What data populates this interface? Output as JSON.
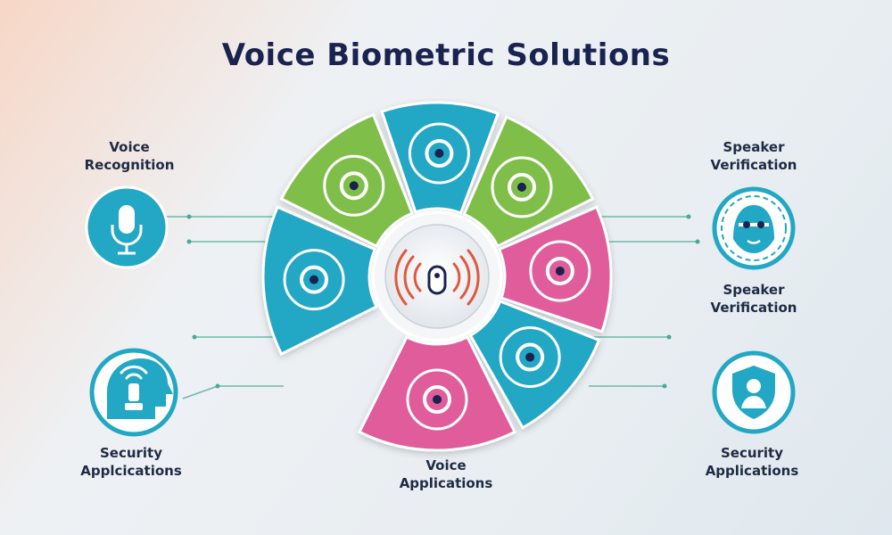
{
  "title": "Voice Biometric Solutions",
  "labels": {
    "top_left": {
      "line1": "Voice",
      "line2": "Recognition"
    },
    "top_right": {
      "line1": "Speaker",
      "line2": "Verification"
    },
    "mid_right": {
      "line1": "Speaker",
      "line2": "Verification"
    },
    "bottom_left": {
      "line1": "Security",
      "line2": "Applcications"
    },
    "bottom_right": {
      "line1": "Security",
      "line2": "Applications"
    },
    "bottom_center": {
      "line1": "Voice",
      "line2": "Applications"
    }
  },
  "colors": {
    "teal": "#22a7c4",
    "green": "#7fbf4a",
    "pink": "#e05b9a",
    "navy": "#1a2350",
    "sound_wave": "#e0593c"
  },
  "icons": {
    "side_left_top": "microphone-icon",
    "side_left_bottom": "head-soundwave-icon",
    "side_right_top": "face-scan-icon",
    "side_right_bottom": "shield-user-icon",
    "center": "sound-signal-icon",
    "segments": [
      "fingerprint-icon",
      "ear-icon",
      "phone-chat-icon",
      "phone-handset-icon",
      "heart-face-icon",
      "person-icon",
      "padlock-icon"
    ]
  }
}
